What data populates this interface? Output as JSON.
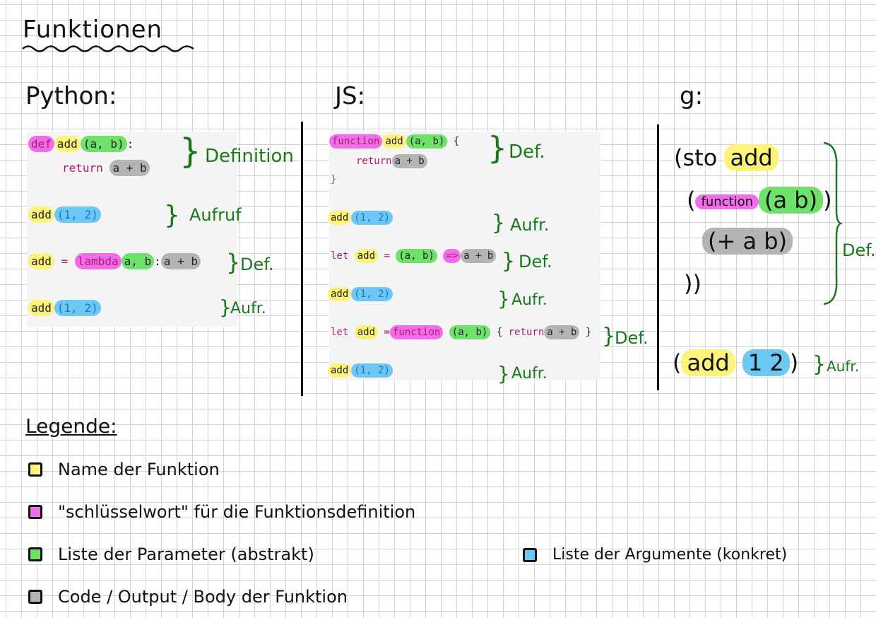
{
  "title": "Funktionen",
  "python": {
    "heading": "Python:",
    "def_kw": "def",
    "def_name": "add",
    "def_params": "(a, b)",
    "def_colon": ":",
    "return_kw": "return",
    "return_body": "a + b",
    "call1_name": "add",
    "call1_args": "(1, 2)",
    "lambda_name": "add",
    "lambda_eq": "=",
    "lambda_kw": "lambda",
    "lambda_params": "a, b",
    "lambda_colon": ":",
    "lambda_body": "a + b",
    "call2_name": "add",
    "call2_args": "(1, 2)",
    "note_def": "Definition",
    "note_call": "Aufruf",
    "note_def2": "Def.",
    "note_call2": "Aufr."
  },
  "js": {
    "heading": "JS:",
    "fn_kw": "function",
    "fn_name": "add",
    "fn_params": "(a, b)",
    "fn_open": "{",
    "ret_kw": "return",
    "ret_body": "a + b",
    "fn_close": "}",
    "call1_name": "add",
    "call1_args": "(1, 2)",
    "arrow_let": "let",
    "arrow_name": "add",
    "arrow_eq": "=",
    "arrow_params": "(a, b)",
    "arrow_op": "=>",
    "arrow_body": "a + b",
    "call2_name": "add",
    "call2_args": "(1, 2)",
    "fe_let": "let",
    "fe_name": "add",
    "fe_eq": "=",
    "fe_kw": "function",
    "fe_params": "(a, b)",
    "fe_open": "{",
    "fe_ret": "return",
    "fe_body": "a + b",
    "fe_close": "}",
    "call3_name": "add",
    "call3_args": "(1, 2)",
    "note_def": "Def.",
    "note_call1": "Aufr.",
    "note_def2": "Def.",
    "note_call2": "Aufr.",
    "note_def3": "Def.",
    "note_call3": "Aufr."
  },
  "g": {
    "heading": "g:",
    "line1_open": "(sto",
    "line1_name": "add",
    "line2_open": "(",
    "line2_kw": "function",
    "line2_params": "(a b)",
    "line2_close": ")",
    "line3_body": "(+ a b)",
    "line4": "))",
    "call_open": "(",
    "call_name": "add",
    "call_args": "1 2",
    "call_close": ")",
    "note_def": "Def.",
    "note_call": "Aufr."
  },
  "legend": {
    "heading": "Legende:",
    "items": [
      {
        "label": "Name der Funktion",
        "color": "#fbf37a"
      },
      {
        "label": "\"schlüsselwort\" für die Funktionsdefinition",
        "color": "#f06ce8"
      },
      {
        "label": "Liste der Parameter (abstrakt)",
        "color": "#6ee16a"
      },
      {
        "label": "Code / Output / Body der Funktion",
        "color": "#b4b4b4"
      },
      {
        "label": "Liste der Argumente (konkret)",
        "color": "#6cc8f2"
      }
    ]
  }
}
